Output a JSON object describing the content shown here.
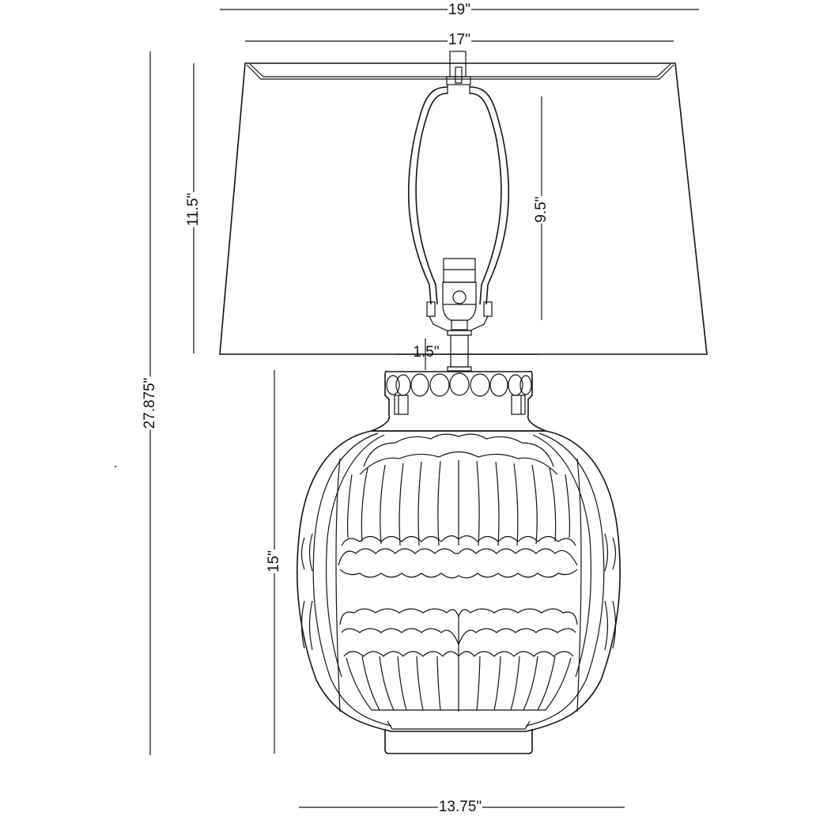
{
  "diagram": {
    "subject": "table-lamp-dimension-drawing",
    "line_color": "#111111",
    "background": "#ffffff"
  },
  "dimensions": {
    "overall_shade_top_width": "19\"",
    "shade_top_width": "17\"",
    "shade_height": "11.5\"",
    "harp_height": "9.5\"",
    "neck_height": "1.5\"",
    "overall_height": "27.875\"",
    "base_height": "15\"",
    "base_width": "13.75\""
  }
}
